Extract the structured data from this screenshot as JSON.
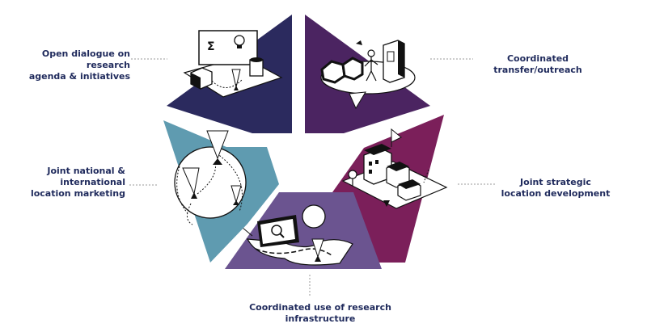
{
  "colors": {
    "navy": "#2b2a5e",
    "purple": "#4b2461",
    "magenta": "#7b1f5a",
    "lavender": "#6b5490",
    "teal": "#5f9bb0",
    "label_text": "#1f2a5c",
    "connector": "#9a9a9a"
  },
  "segments": [
    {
      "id": "research-dialogue",
      "color_key": "navy",
      "label": "Open dialogue on research\nagenda & initiatives",
      "icon": "whiteboard-sigma-lightbulb-icon"
    },
    {
      "id": "transfer-outreach",
      "color_key": "purple",
      "label": "Coordinated\ntransfer/outreach",
      "icon": "molecule-book-person-icon"
    },
    {
      "id": "location-development",
      "color_key": "magenta",
      "label": "Joint strategic\nlocation development",
      "icon": "house-tree-icon"
    },
    {
      "id": "research-infrastructure",
      "color_key": "lavender",
      "label": "Coordinated use of research\ninfrastructure",
      "icon": "monitor-magnifier-icon"
    },
    {
      "id": "location-marketing",
      "color_key": "teal",
      "label": "Joint national &\ninternational\nlocation marketing",
      "icon": "globe-pins-icon"
    }
  ]
}
